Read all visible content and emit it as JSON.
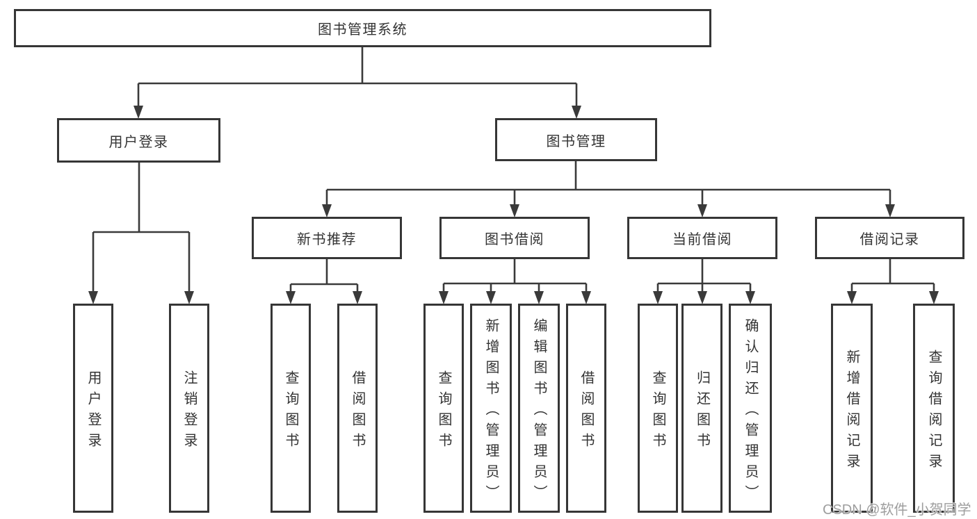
{
  "nodes": {
    "root": "图书管理系统",
    "user_login": "用户登录",
    "book_management": "图书管理",
    "new_book_recommend": "新书推荐",
    "book_borrowing": "图书借阅",
    "current_borrowing": "当前借阅",
    "borrowing_records": "借阅记录",
    "leaf_user_login": "用户登录",
    "leaf_logout_login": "注销登录",
    "nbr_query_books": "查询图书",
    "nbr_borrow_books": "借阅图书",
    "bb_query_books": "查询图书",
    "bb_add_books_admin": "新增图书（管理员）",
    "bb_edit_books_admin": "编辑图书（管理员）",
    "bb_borrow_books": "借阅图书",
    "cb_query_books": "查询图书",
    "cb_return_books": "归还图书",
    "cb_confirm_return_admin": "确认归还（管理员）",
    "br_add_record": "新增借阅记录",
    "br_query_record": "查询借阅记录"
  },
  "watermark": "CSDN @软件_小贺同学",
  "colors": {
    "line": "#3a3a3a",
    "border": "#363636",
    "text": "#333333",
    "background": "#ffffff",
    "watermark": "#9e9e9e"
  }
}
